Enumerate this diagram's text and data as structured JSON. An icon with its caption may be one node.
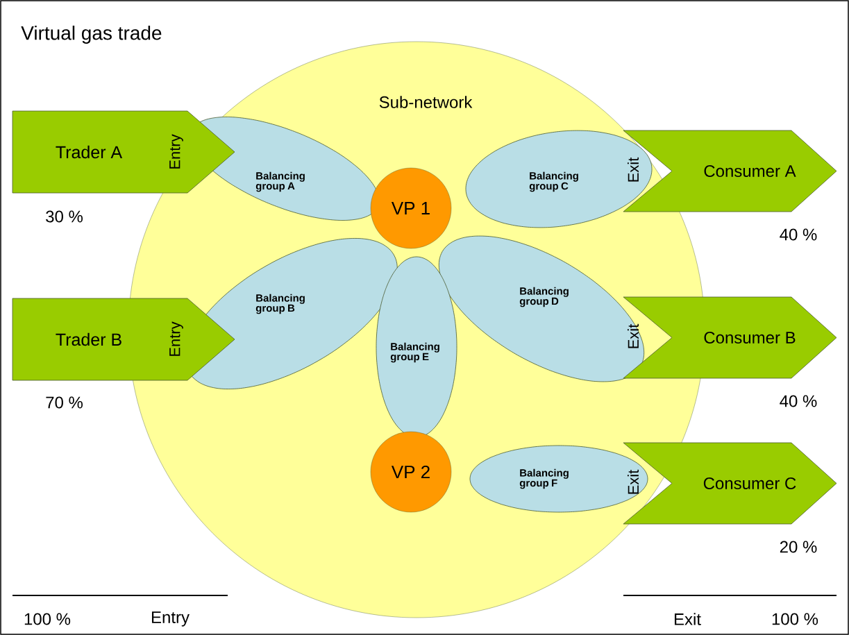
{
  "diagram": {
    "title": "Virtual gas trade",
    "nodes": [
      {
        "text": [
          "Sub-network"
        ]
      },
      {
        "text": [
          "Trader A",
          "Entry"
        ]
      },
      {
        "text": [
          "Balancing group A"
        ],
        "in": 0
      },
      {
        "text": [
          "VP 1"
        ],
        "in": 0
      },
      {
        "text": [
          "Balancing group C"
        ],
        "in": 0
      },
      {
        "text": [
          "Consumer A"
        ]
      },
      {
        "text": [
          "Balancing group B"
        ],
        "in": 0
      },
      {
        "text": [
          "Trader B",
          "Entry"
        ]
      },
      {
        "text": [
          "Balancing group D"
        ],
        "in": 0
      },
      {
        "text": [
          "Consumer B"
        ]
      },
      {
        "text": [
          "Balancing group E"
        ],
        "in": 0
      },
      {
        "text": [
          "VP 2"
        ],
        "in": 0
      },
      {
        "text": [
          "Balancing group F"
        ],
        "in": 0
      },
      {
        "text": [
          "Consumer C"
        ]
      }
    ],
    "labels": [
      "Exit",
      "30 %",
      "40 %",
      "Exit",
      "70 %",
      "40 %",
      "Exit",
      "20 %",
      "100 %",
      "Entry",
      "Exit",
      "100 %"
    ]
  }
}
